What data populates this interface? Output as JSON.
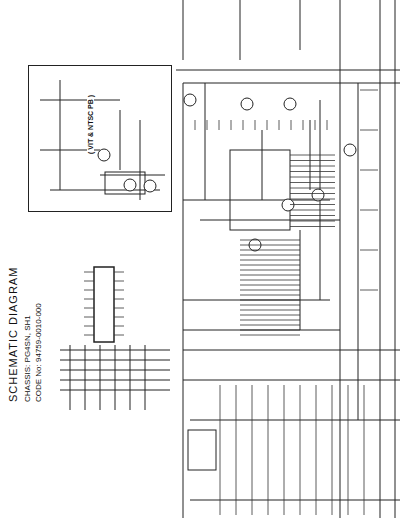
{
  "diagram": {
    "title": "SCHEMATIC DIAGRAM",
    "nodes": [
      {
        "text": [
          "( VIT & NTSC PB )"
        ]
      }
    ],
    "labels": [
      "CHASSIS: PG4SN, SH1",
      "CODE No: 94759-0010-000"
    ]
  }
}
